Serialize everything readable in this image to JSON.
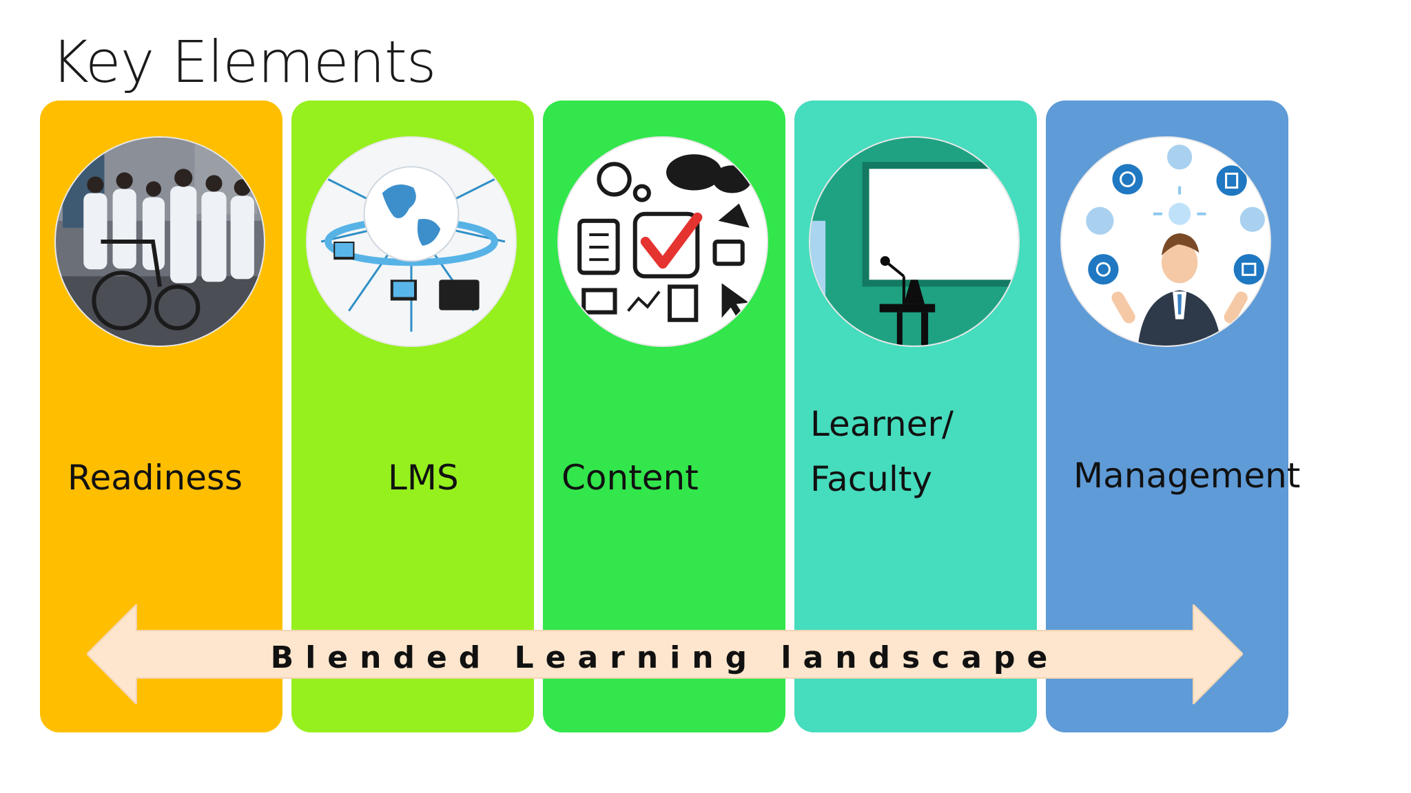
{
  "slide": {
    "title": "Key Elements",
    "elements": [
      {
        "label": "Readiness",
        "color": "#ffbf00"
      },
      {
        "label": "LMS",
        "color": "#96f01e"
      },
      {
        "label": "Content",
        "color": "#32e64b"
      },
      {
        "label_line1": "Learner/",
        "label_line2": "Faculty",
        "color": "#46dcbe"
      },
      {
        "label": "Management",
        "color": "#5f9bd7"
      }
    ],
    "arrow": {
      "label": "Blended Learning landscape",
      "color": "#fde6cd"
    }
  }
}
